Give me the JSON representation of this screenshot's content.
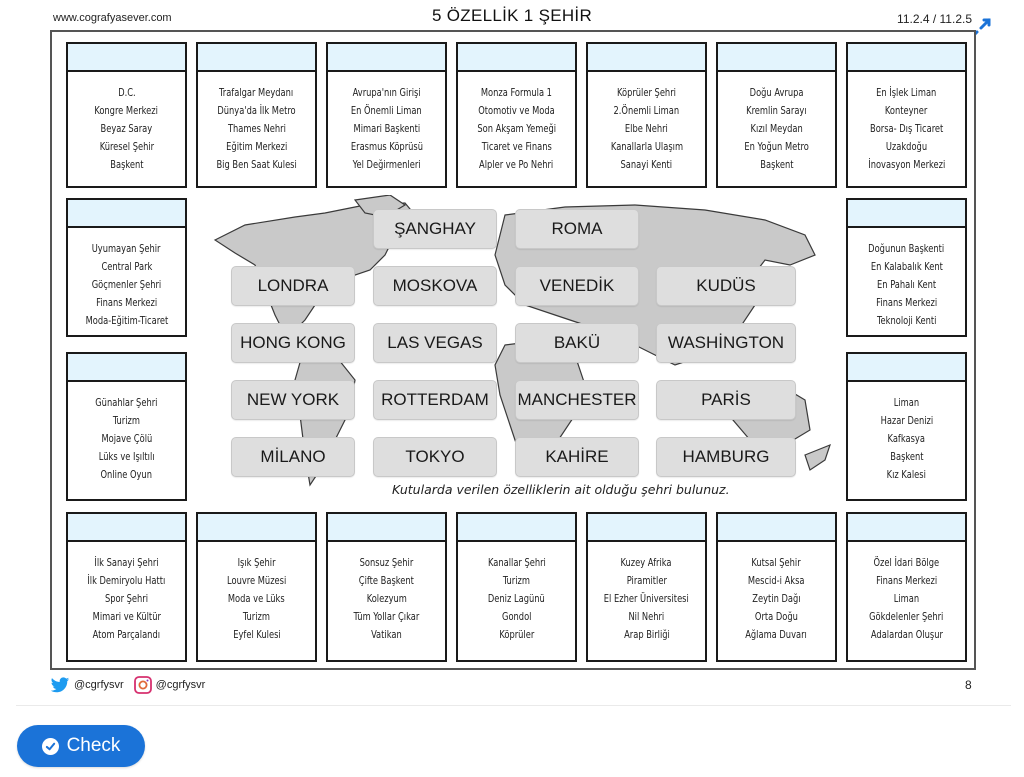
{
  "header": {
    "site": "www.cografyasever.com",
    "title": "5 ÖZELLİK 1 ŞEHİR",
    "code": "11.2.4 / 11.2.5"
  },
  "boxes": {
    "top": [
      {
        "lines": [
          "D.C.",
          "Kongre Merkezi",
          "Beyaz Saray",
          "Küresel Şehir",
          "Başkent"
        ]
      },
      {
        "lines": [
          "Trafalgar Meydanı",
          "Dünya'da İlk Metro",
          "Thames Nehri",
          "Eğitim Merkezi",
          "Big Ben Saat Kulesi"
        ]
      },
      {
        "lines": [
          "Avrupa'nın Girişi",
          "En Önemli Liman",
          "Mimari Başkenti",
          "Erasmus Köprüsü",
          "Yel Değirmenleri"
        ]
      },
      {
        "lines": [
          "Monza Formula 1",
          "Otomotiv ve Moda",
          "Son Akşam Yemeği",
          "Ticaret ve Finans",
          "Alpler ve Po Nehri"
        ]
      },
      {
        "lines": [
          "Köprüler Şehri",
          "2.Önemli Liman",
          "Elbe Nehri",
          "Kanallarla Ulaşım",
          "Sanayi Kenti"
        ]
      },
      {
        "lines": [
          "Doğu Avrupa",
          "Kremlin Sarayı",
          "Kızıl Meydan",
          "En Yoğun Metro",
          "Başkent"
        ]
      },
      {
        "lines": [
          "En İşlek Liman",
          "Konteyner",
          "Borsa- Dış Ticaret",
          "Uzakdoğu",
          "İnovasyon Merkezi"
        ]
      }
    ],
    "left": [
      {
        "lines": [
          "Uyumayan Şehir",
          "Central Park",
          "Göçmenler Şehri",
          "Finans Merkezi",
          "Moda-Eğitim-Ticaret"
        ]
      },
      {
        "lines": [
          "Günahlar Şehri",
          "Turizm",
          "Mojave Çölü",
          "Lüks ve Işıltılı",
          "Online Oyun"
        ]
      }
    ],
    "right": [
      {
        "lines": [
          "Doğunun Başkenti",
          "En Kalabalık Kent",
          "En Pahalı Kent",
          "Finans Merkezi",
          "Teknoloji Kenti"
        ]
      },
      {
        "lines": [
          "Liman",
          "Hazar Denizi",
          "Kafkasya",
          "Başkent",
          "Kız Kalesi"
        ]
      }
    ],
    "bottom": [
      {
        "lines": [
          "İlk Sanayi Şehri",
          "İlk Demiryolu Hattı",
          "Spor Şehri",
          "Mimari ve Kültür",
          "Atom Parçalandı"
        ]
      },
      {
        "lines": [
          "Işık Şehir",
          "Louvre Müzesi",
          "Moda ve Lüks",
          "Turizm",
          "Eyfel Kulesi"
        ]
      },
      {
        "lines": [
          "Sonsuz Şehir",
          "Çifte Başkent",
          "Kolezyum",
          "Tüm Yollar Çıkar",
          "Vatikan"
        ]
      },
      {
        "lines": [
          "Kanallar Şehri",
          "Turizm",
          "Deniz Lagünü",
          "Gondol",
          "Köprüler"
        ]
      },
      {
        "lines": [
          "Kuzey Afrika",
          "Piramitler",
          "El Ezher Üniversitesi",
          "Nil Nehri",
          "Arap Birliği"
        ]
      },
      {
        "lines": [
          "Kutsal Şehir",
          "Mescid-i Aksa",
          "Zeytin Dağı",
          "Orta Doğu",
          "Ağlama Duvarı"
        ]
      },
      {
        "lines": [
          "Özel İdari Bölge",
          "Finans Merkezi",
          "Liman",
          "Gökdelenler Şehri",
          "Adalardan Oluşur"
        ]
      }
    ]
  },
  "cities": [
    [
      "",
      "ŞANGHAY",
      "ROMA",
      ""
    ],
    [
      "LONDRA",
      "MOSKOVA",
      "VENEDİK",
      "KUDÜS"
    ],
    [
      "HONG KONG",
      "LAS VEGAS",
      "BAKÜ",
      "WASHİNGTON"
    ],
    [
      "NEW YORK",
      "ROTTERDAM",
      "MANCHESTER",
      "PARİS"
    ],
    [
      "MİLANO",
      "TOKYO",
      "KAHİRE",
      "HAMBURG"
    ]
  ],
  "instruction": "Kutularda verilen özelliklerin ait olduğu şehri bulunuz.",
  "footer": {
    "twitter": "@cgrfysvr",
    "instagram": "@cgrfysvr",
    "page": "8"
  },
  "check_label": "Check",
  "colors": {
    "header_band": "#e3f4fd",
    "city_tile": "#dedede",
    "check_button": "#1b73d8",
    "map_land": "#c9c9c9"
  }
}
